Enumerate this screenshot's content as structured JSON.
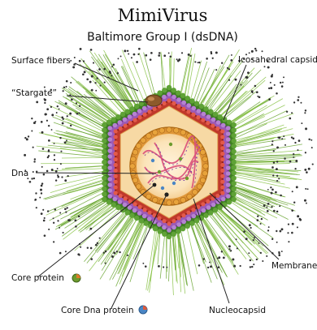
{
  "title": "MimiVirus",
  "subtitle": "Baltimore Group I (dsDNA)",
  "labels": {
    "surface_fibers": "Surface fibers",
    "stargate": "“Stargate”",
    "icosahedral_capsid": "Icosahedral capsid",
    "dna": "Dna",
    "membrane": "Membrane",
    "core_protein": "Core protein",
    "core_dna_protein": "Core Dna protein",
    "nucleocapsid": "Nucleocapsid"
  },
  "colors": {
    "fiber_green": "#7cb342",
    "capsid_green": "#4e8b2c",
    "purple_layer": "#8e44ad",
    "red_layer": "#c0392b",
    "orange_layer": "#e8a33b",
    "core_fill": "#fbe3b8",
    "dna_pink": "#d94f7a",
    "stargate_brown": "#8d5a2b"
  }
}
